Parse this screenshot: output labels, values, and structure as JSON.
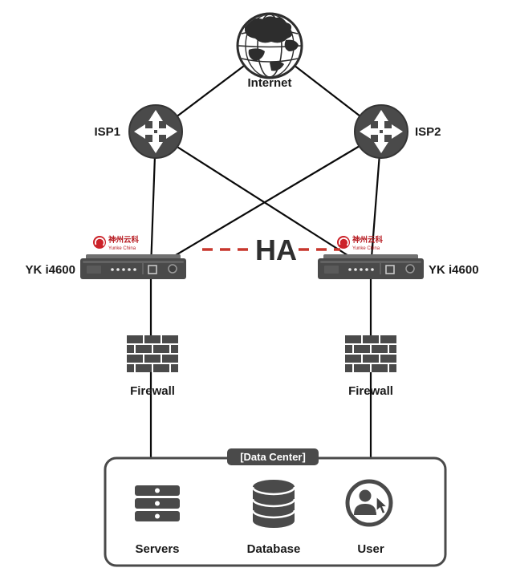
{
  "diagram": {
    "type": "network-topology",
    "nodes": {
      "internet": {
        "label": "Internet"
      },
      "isp1": {
        "label": "ISP1"
      },
      "isp2": {
        "label": "ISP2"
      },
      "lb_left": {
        "label": "YK i4600",
        "logo_cn": "神州云科",
        "logo_en": "Yunke China"
      },
      "lb_right": {
        "label": "YK i4600",
        "logo_cn": "神州云科",
        "logo_en": "Yunke China"
      },
      "ha_link": {
        "label": "HA"
      },
      "firewall_left": {
        "label": "Firewall"
      },
      "firewall_right": {
        "label": "Firewall"
      },
      "datacenter": {
        "label": "[Data Center]"
      },
      "servers": {
        "label": "Servers"
      },
      "database": {
        "label": "Database"
      },
      "user": {
        "label": "User"
      }
    },
    "colors": {
      "icon_gray": "#4a4a4a",
      "line_black": "#0a0a0a",
      "ha_red": "#c8372d",
      "logo_red": "#cc2229",
      "label_text": "#1a1a1a",
      "badge_bg": "#4a4a4a",
      "badge_text": "#ffffff"
    }
  }
}
